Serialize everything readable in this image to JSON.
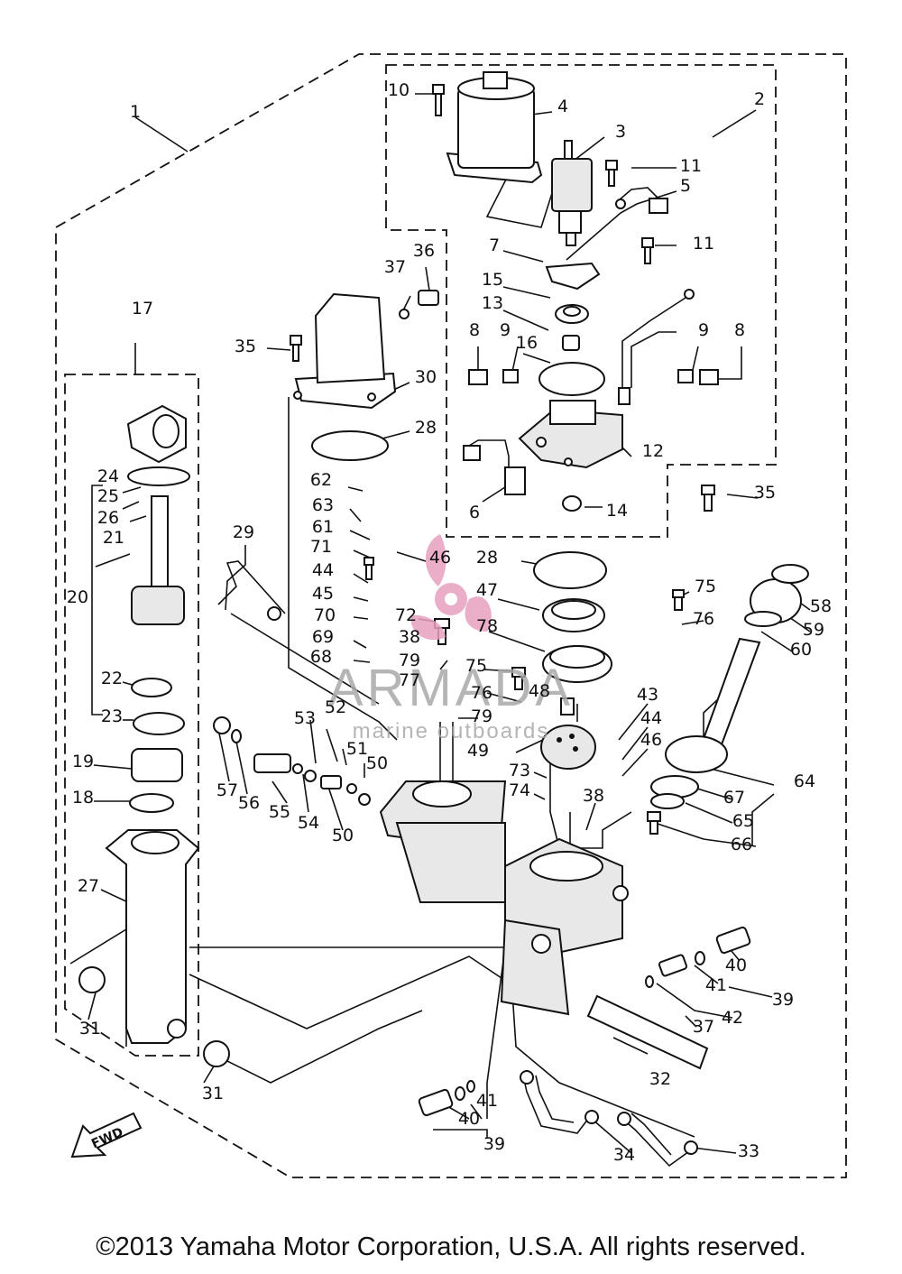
{
  "callouts": [
    {
      "label": "1"
    },
    {
      "label": "2"
    },
    {
      "label": "3"
    },
    {
      "label": "4"
    },
    {
      "label": "5"
    },
    {
      "label": "6"
    },
    {
      "label": "7"
    },
    {
      "label": "8"
    },
    {
      "label": "8"
    },
    {
      "label": "9"
    },
    {
      "label": "9"
    },
    {
      "label": "10"
    },
    {
      "label": "11"
    },
    {
      "label": "11"
    },
    {
      "label": "12"
    },
    {
      "label": "13"
    },
    {
      "label": "14"
    },
    {
      "label": "15"
    },
    {
      "label": "16"
    },
    {
      "label": "17"
    },
    {
      "label": "18"
    },
    {
      "label": "19"
    },
    {
      "label": "20"
    },
    {
      "label": "21"
    },
    {
      "label": "22"
    },
    {
      "label": "23"
    },
    {
      "label": "24"
    },
    {
      "label": "25"
    },
    {
      "label": "26"
    },
    {
      "label": "27"
    },
    {
      "label": "28"
    },
    {
      "label": "28"
    },
    {
      "label": "29"
    },
    {
      "label": "30"
    },
    {
      "label": "31"
    },
    {
      "label": "31"
    },
    {
      "label": "32"
    },
    {
      "label": "33"
    },
    {
      "label": "34"
    },
    {
      "label": "35"
    },
    {
      "label": "35"
    },
    {
      "label": "36"
    },
    {
      "label": "37"
    },
    {
      "label": "37"
    },
    {
      "label": "38"
    },
    {
      "label": "38"
    },
    {
      "label": "39"
    },
    {
      "label": "39"
    },
    {
      "label": "40"
    },
    {
      "label": "40"
    },
    {
      "label": "41"
    },
    {
      "label": "41"
    },
    {
      "label": "42"
    },
    {
      "label": "43"
    },
    {
      "label": "44"
    },
    {
      "label": "44"
    },
    {
      "label": "45"
    },
    {
      "label": "46"
    },
    {
      "label": "46"
    },
    {
      "label": "47"
    },
    {
      "label": "48"
    },
    {
      "label": "49"
    },
    {
      "label": "50"
    },
    {
      "label": "50"
    },
    {
      "label": "51"
    },
    {
      "label": "52"
    },
    {
      "label": "53"
    },
    {
      "label": "54"
    },
    {
      "label": "55"
    },
    {
      "label": "56"
    },
    {
      "label": "57"
    },
    {
      "label": "58"
    },
    {
      "label": "59"
    },
    {
      "label": "60"
    },
    {
      "label": "61"
    },
    {
      "label": "62"
    },
    {
      "label": "63"
    },
    {
      "label": "64"
    },
    {
      "label": "65"
    },
    {
      "label": "66"
    },
    {
      "label": "67"
    },
    {
      "label": "68"
    },
    {
      "label": "69"
    },
    {
      "label": "70"
    },
    {
      "label": "71"
    },
    {
      "label": "72"
    },
    {
      "label": "73"
    },
    {
      "label": "74"
    },
    {
      "label": "75"
    },
    {
      "label": "75"
    },
    {
      "label": "76"
    },
    {
      "label": "76"
    },
    {
      "label": "77"
    },
    {
      "label": "78"
    },
    {
      "label": "79"
    },
    {
      "label": "79"
    }
  ],
  "fwd_label": "FWD",
  "watermark": {
    "name": "ARMADA",
    "tagline": "marine outboards",
    "color": "#e8a0bf"
  },
  "copyright": "©2013 Yamaha Motor Corporation, U.S.A. All rights reserved."
}
